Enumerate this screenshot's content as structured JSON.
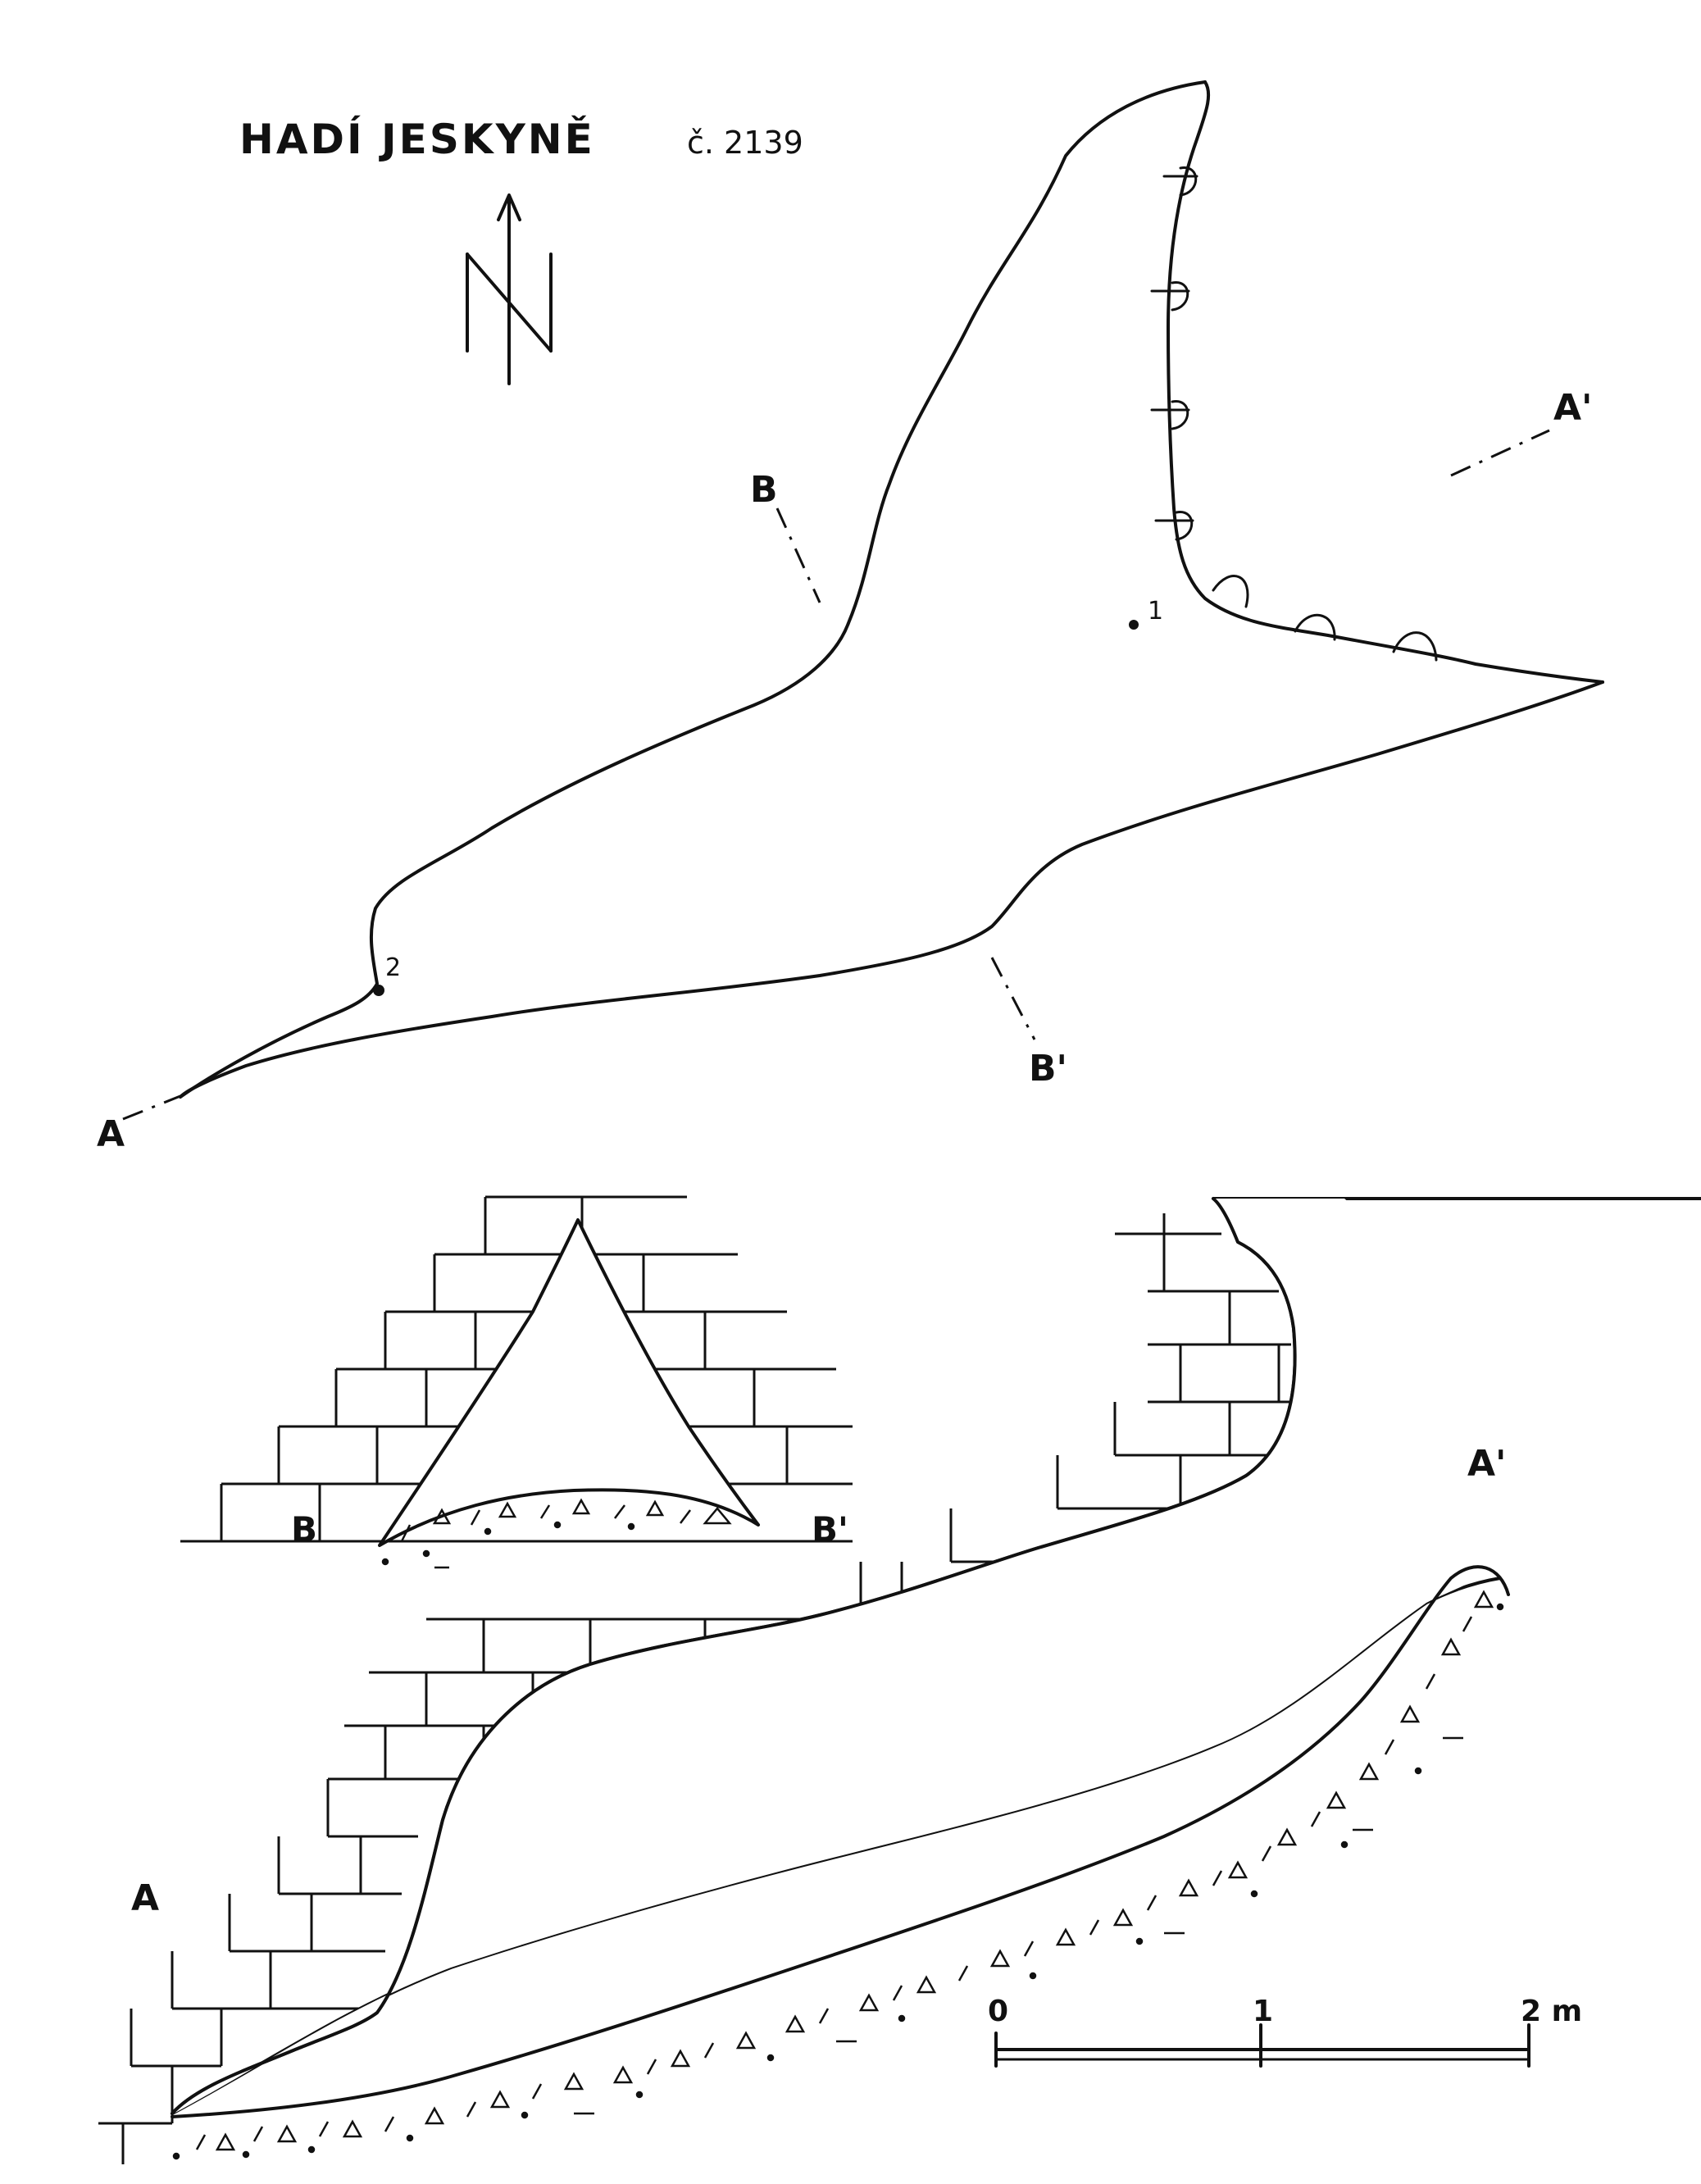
{
  "title": "HADÍ JESKYNĚ",
  "cave_number": "č. 2139",
  "north_label": "N",
  "section_labels": {
    "a": "A",
    "a_prime": "A'",
    "b": "B",
    "b_prime": "B'"
  },
  "survey_points": [
    "1",
    "2"
  ],
  "scale_bar": {
    "ticks": [
      "0",
      "1",
      "2 m"
    ]
  }
}
